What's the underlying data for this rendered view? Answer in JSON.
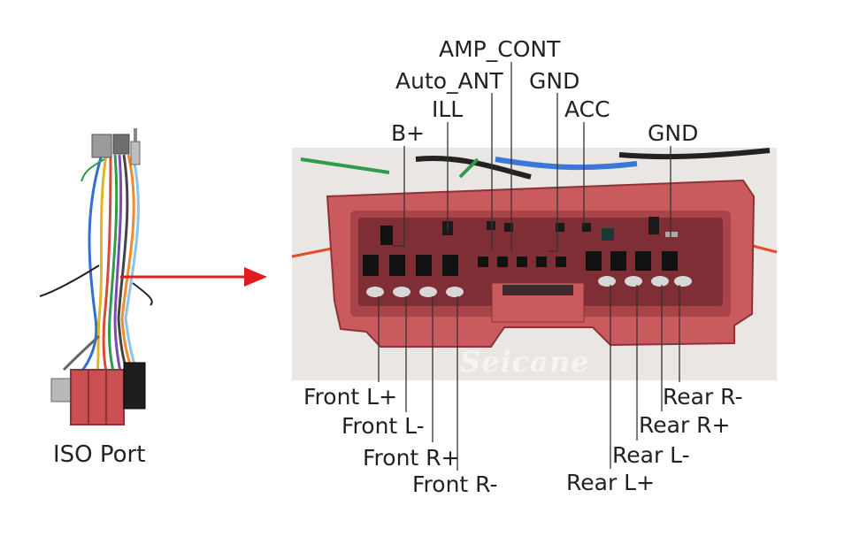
{
  "iso_port": {
    "label": "ISO Port"
  },
  "watermark": {
    "brand": "Seicane"
  },
  "colors": {
    "connector": "#c95a5e",
    "connector_dark": "#8e3237",
    "arrow": "#e01c1c",
    "photo_bg": "#e9e6e4",
    "leader": "#333333"
  },
  "top_pins": {
    "b_plus": "B+",
    "ill": "ILL",
    "auto_ant": "Auto_ANT",
    "amp_cont": "AMP_CONT",
    "gnd_1": "GND",
    "acc": "ACC",
    "gnd_2": "GND"
  },
  "bottom_pins": {
    "front_l_plus": "Front L+",
    "front_l_minus": "Front L-",
    "front_r_plus": "Front R+",
    "front_r_minus": "Front R-",
    "rear_l_plus": "Rear L+",
    "rear_l_minus": "Rear L-",
    "rear_r_plus": "Rear R+",
    "rear_r_minus": "Rear R-"
  }
}
